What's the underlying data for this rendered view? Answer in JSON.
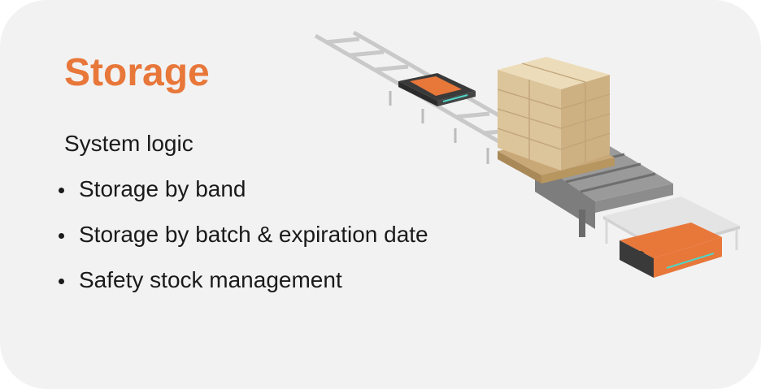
{
  "title": "Storage",
  "subtitle": "System logic",
  "bullets": [
    "Storage by band",
    "Storage by batch & expiration date",
    "Safety stock management"
  ],
  "colors": {
    "title": "#e8773a",
    "background": "#f2f2f2",
    "robot_orange": "#e8773a",
    "box_kraft": "#dcc49b"
  },
  "illustration": "pallet-shuttle-rail-system"
}
